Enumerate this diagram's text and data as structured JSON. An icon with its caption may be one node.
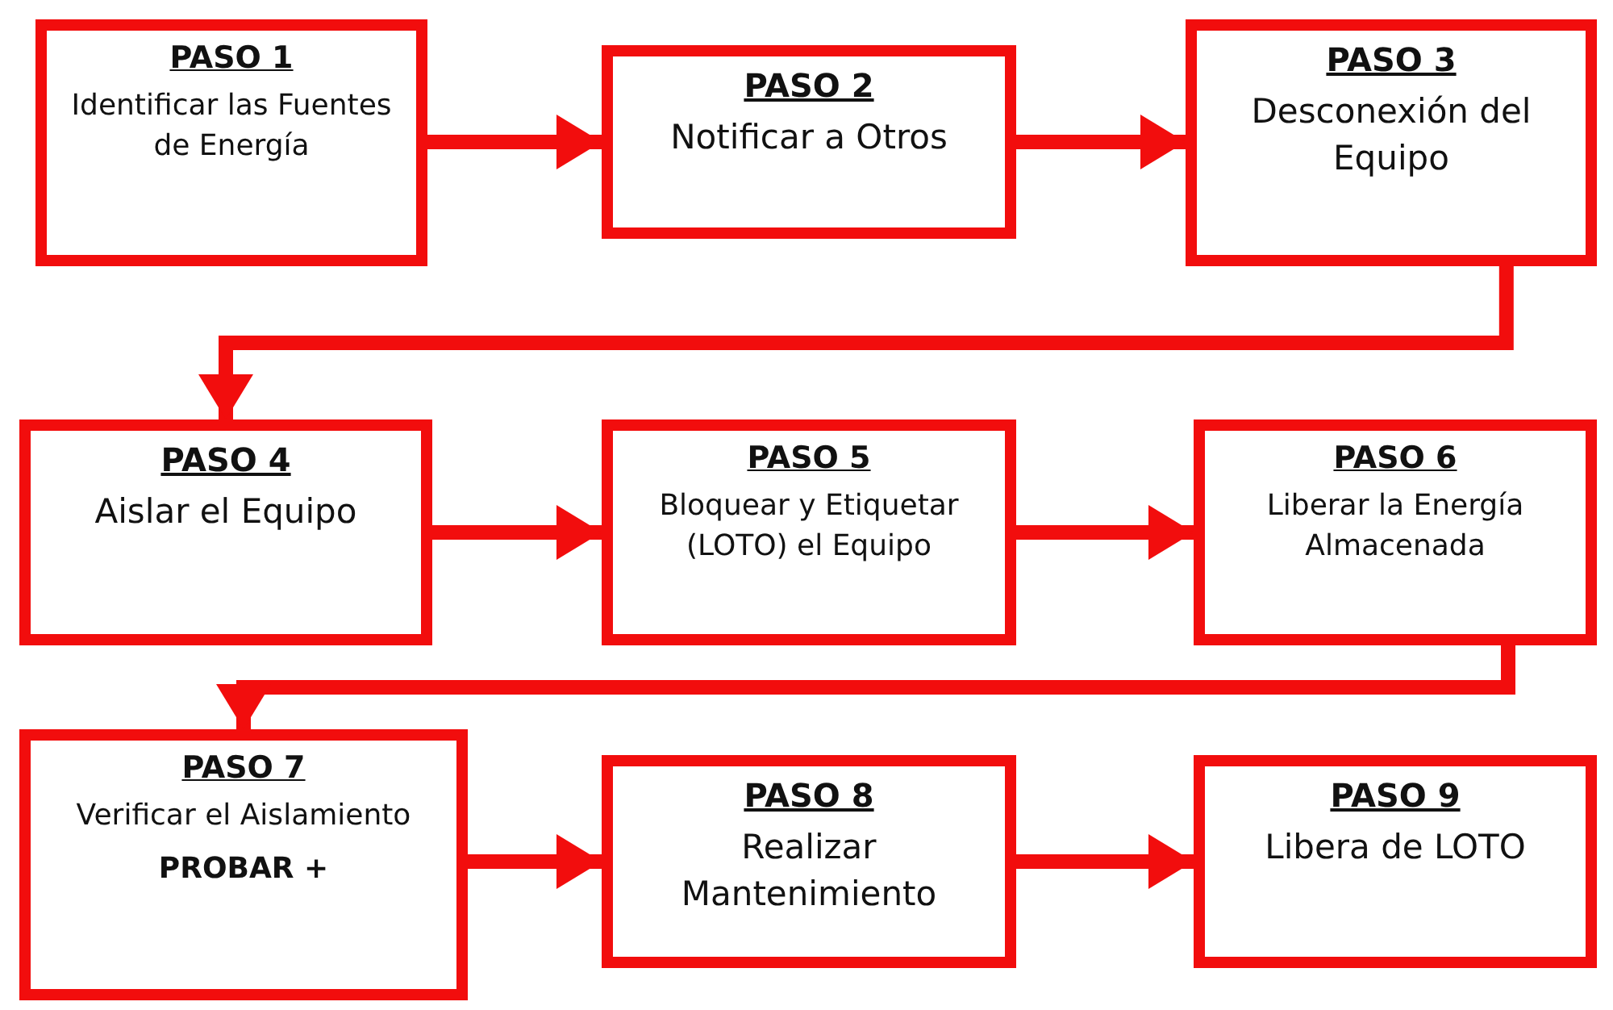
{
  "diagram": {
    "nodes": [
      {
        "text": [
          "PASO 1",
          "Identificar las Fuentes de Energía"
        ]
      },
      {
        "text": [
          "PASO 2",
          "Notificar a Otros"
        ]
      },
      {
        "text": [
          "PASO 3",
          "Desconexión del Equipo"
        ]
      },
      {
        "text": [
          "PASO 4",
          "Aislar el Equipo"
        ]
      },
      {
        "text": [
          "PASO 5",
          "Bloquear y Etiquetar (LOTO) el Equipo"
        ]
      },
      {
        "text": [
          "PASO 6",
          "Liberar la Energía Almacenada"
        ]
      },
      {
        "text": [
          "PASO 7",
          "Verificar el Aislamiento",
          "PROBAR +"
        ]
      },
      {
        "text": [
          "PASO 8",
          "Realizar Mantenimiento"
        ]
      },
      {
        "text": [
          "PASO 9",
          "Libera de LOTO"
        ]
      }
    ],
    "edges": [
      {
        "from": 0,
        "to": 1,
        "arrow": "to"
      },
      {
        "from": 1,
        "to": 2,
        "arrow": "to"
      },
      {
        "from": 2,
        "to": 3,
        "arrow": "to"
      },
      {
        "from": 3,
        "to": 4,
        "arrow": "to"
      },
      {
        "from": 4,
        "to": 5,
        "arrow": "to"
      },
      {
        "from": 5,
        "to": 6,
        "arrow": "to"
      },
      {
        "from": 6,
        "to": 7,
        "arrow": "to"
      },
      {
        "from": 7,
        "to": 8,
        "arrow": "to"
      }
    ]
  }
}
